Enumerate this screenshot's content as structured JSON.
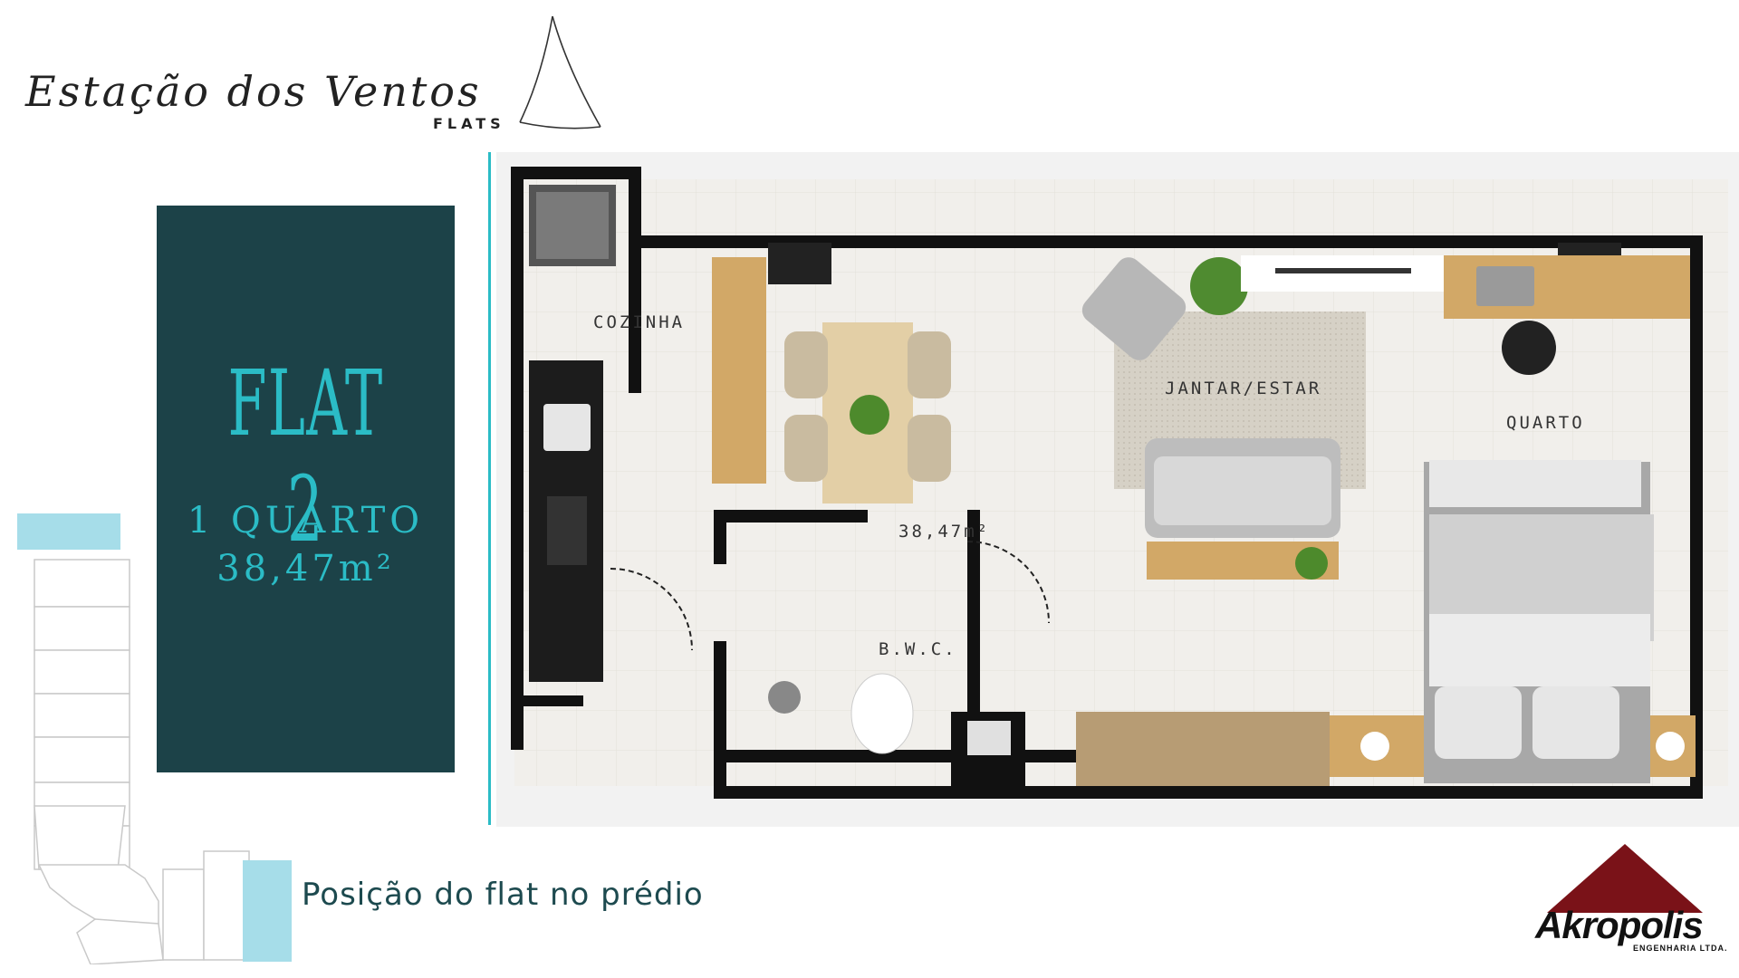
{
  "header": {
    "title": "Estação dos Ventos",
    "subtitle": "FLATS"
  },
  "flat": {
    "name": "FLAT 2",
    "rooms": "1 QUARTO",
    "area": "38,47m²"
  },
  "floorplan": {
    "rooms": {
      "kitchen": "COZINHA",
      "living": "JANTAR/ESTAR",
      "bedroom": "QUARTO",
      "bathroom": "B.W.C."
    },
    "area_label": "38,47m²"
  },
  "building": {
    "caption": "Posição do flat no prédio"
  },
  "brand": {
    "name": "Akropolis",
    "tagline": "ENGENHARIA LTDA."
  },
  "colors": {
    "panel": "#1c4248",
    "accent": "#2bbcc6",
    "highlight": "#a6dde9",
    "brand": "#7a1218"
  }
}
